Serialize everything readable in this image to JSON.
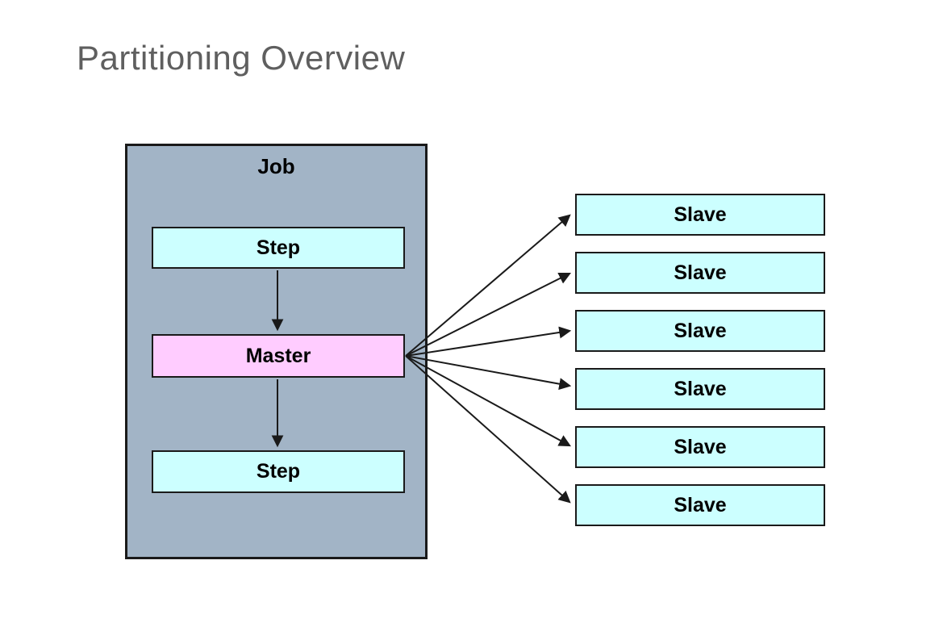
{
  "title": "Partitioning Overview",
  "diagram": {
    "job": {
      "label": "Job"
    },
    "steps": [
      {
        "label": "Step"
      },
      {
        "label": "Step"
      }
    ],
    "master": {
      "label": "Master"
    },
    "slaves": [
      {
        "label": "Slave"
      },
      {
        "label": "Slave"
      },
      {
        "label": "Slave"
      },
      {
        "label": "Slave"
      },
      {
        "label": "Slave"
      },
      {
        "label": "Slave"
      }
    ],
    "connections": [
      {
        "from": "Step",
        "to": "Master"
      },
      {
        "from": "Master",
        "to": "Step"
      },
      {
        "from": "Master",
        "to": "Slave"
      },
      {
        "from": "Master",
        "to": "Slave"
      },
      {
        "from": "Master",
        "to": "Slave"
      },
      {
        "from": "Master",
        "to": "Slave"
      },
      {
        "from": "Master",
        "to": "Slave"
      },
      {
        "from": "Master",
        "to": "Slave"
      }
    ]
  },
  "colors": {
    "job-fill": "#a2b4c6",
    "node-fill": "#ccffff",
    "master-fill": "#ffccff",
    "border": "#1a1a1a",
    "arrow": "#1a1a1a",
    "title-color": "#5f5f5f",
    "label-color": "#000000",
    "bg": "#ffffff"
  }
}
